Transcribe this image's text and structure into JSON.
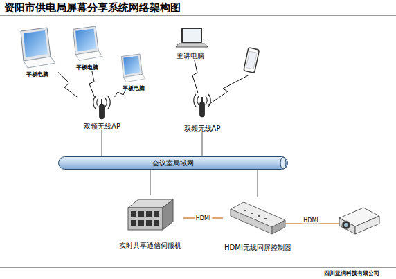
{
  "diagram": {
    "title": "资阳市供电局屏幕分享系统网络架构图",
    "nodes": [
      {
        "text": [
          "平板电脑"
        ]
      },
      {
        "text": [
          "平板电脑"
        ]
      },
      {
        "text": [
          "平板电脑"
        ]
      },
      {
        "text": [
          "主讲电脑"
        ]
      },
      {
        "text": [
          "双频无线AP"
        ]
      },
      {
        "text": [
          "双频无线AP"
        ]
      },
      {
        "text": [
          "会议室局域网"
        ]
      },
      {
        "text": [
          "实时共享通信伺服机"
        ]
      },
      {
        "text": [
          "HDMI无线同屏控制器"
        ]
      }
    ],
    "edges": [
      {
        "from": 0,
        "to": 4,
        "arrow": "none"
      },
      {
        "from": 1,
        "to": 4,
        "arrow": "none"
      },
      {
        "from": 2,
        "to": 4,
        "arrow": "none"
      },
      {
        "from": 3,
        "to": 5,
        "arrow": "none"
      },
      {
        "from": 4,
        "to": 6,
        "arrow": "none"
      },
      {
        "from": 5,
        "to": 6,
        "arrow": "none"
      },
      {
        "from": 6,
        "to": 7,
        "arrow": "none"
      },
      {
        "from": 6,
        "to": 8,
        "arrow": "none"
      },
      {
        "from": 7,
        "to": 8,
        "label": "HDMI",
        "arrow": "none"
      }
    ],
    "labels": [
      "HDMI",
      "四川亚润科技有限公司"
    ]
  }
}
